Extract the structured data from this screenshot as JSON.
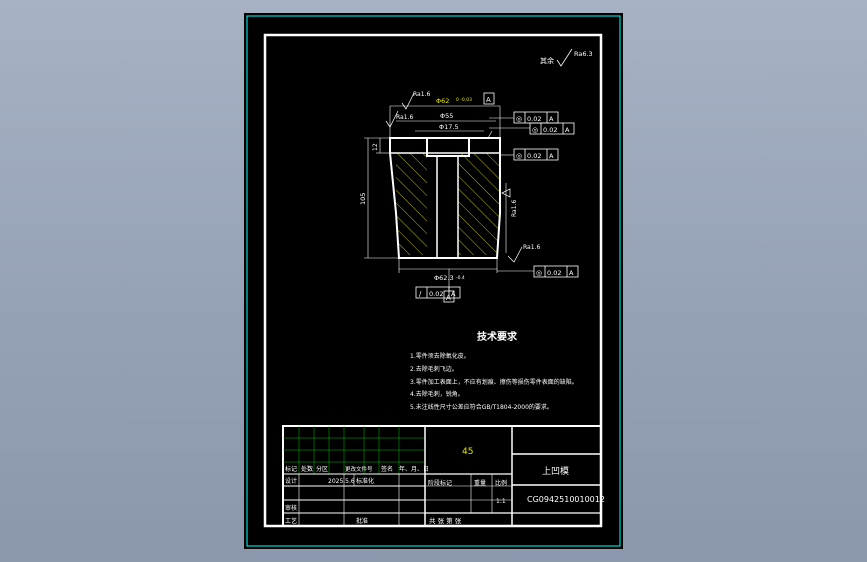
{
  "drawing": {
    "surface_roughness_note": "其余",
    "surface_roughness_value": "Ra6.3",
    "dims": {
      "top_dia": "Φ62",
      "top_tol": "0 -0.03",
      "mid_dia": "Φ55",
      "hole_dia": "Φ17.5",
      "bottom_dia": "Φ62.3",
      "bottom_tol": "-0.4",
      "height": "105",
      "step": "12",
      "ra_left": "Ra1.6",
      "ra_top": "Ra1.6",
      "ra_right": "Ra1.6",
      "ra_bottom": "Ra1.6",
      "datum_top": "A",
      "datum_bottom": "A"
    },
    "fcf": [
      {
        "sym": "◎",
        "val": "0.02",
        "ref": "A"
      },
      {
        "sym": "◎",
        "val": "0.02",
        "ref": "A"
      },
      {
        "sym": "◎",
        "val": "0.02",
        "ref": "A"
      },
      {
        "sym": "◎",
        "val": "0.02",
        "ref": "A"
      },
      {
        "sym": "/",
        "val": "0.02",
        "ref": "A"
      }
    ],
    "tech": {
      "title": "技术要求",
      "items": [
        "1.零件须去除氧化皮。",
        "2.去除毛刺飞边。",
        "3.零件加工表面上，不应有划痕、擦伤等损伤零件表面的缺陷。",
        "4.去除毛刺，锐角。",
        "5.未注线性尺寸公差应符合GB/T1804-2000的要求。"
      ]
    },
    "title_block": {
      "material": "45",
      "part_name": "上凹模",
      "drawing_no": "CG0942510010012",
      "scale_label": "比例",
      "scale": "1:1",
      "mass_label": "重量",
      "stage_label": "阶段标记",
      "sheets": "共  张  第  张",
      "hdr": [
        "标记",
        "处数",
        "分区",
        "更改文件号",
        "签名",
        "年、月、日"
      ],
      "design_label": "设计",
      "design_date": "2025.5.6",
      "standard_label": "标准化",
      "review_label": "审核",
      "process_label": "工艺",
      "approve_label": "批准"
    }
  }
}
